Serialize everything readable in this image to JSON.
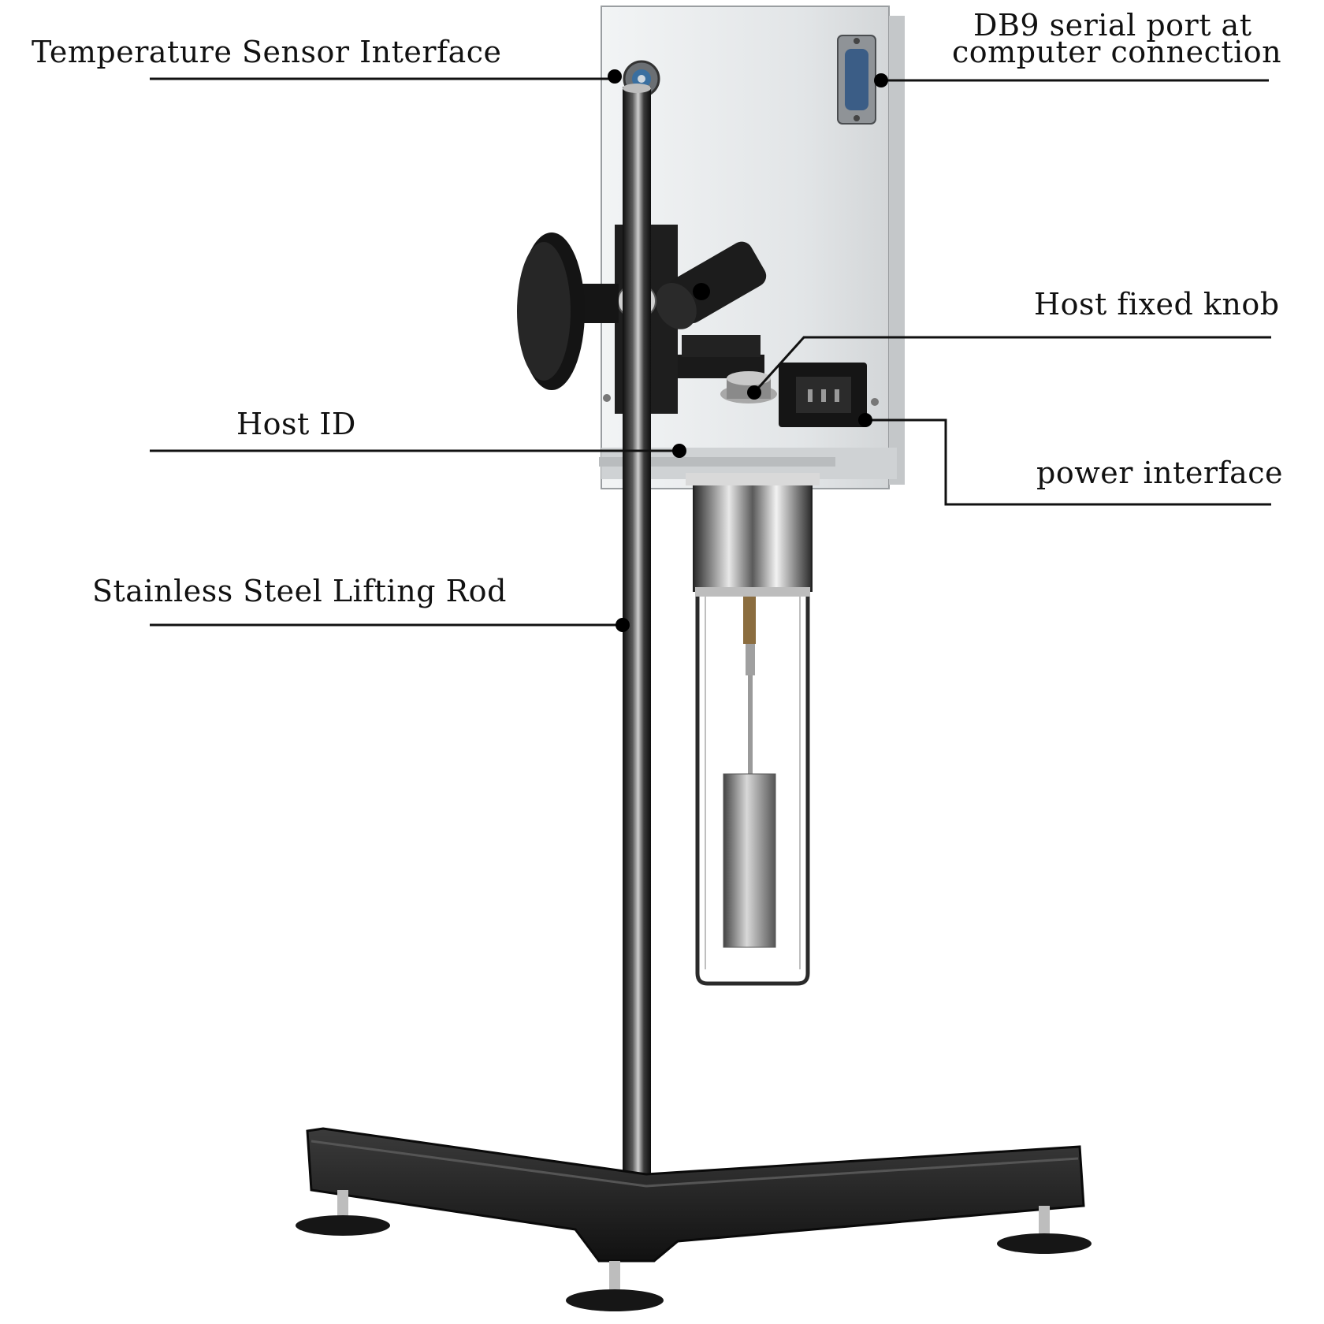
{
  "labels": {
    "temperature_sensor": "Temperature Sensor Interface",
    "db9_line1": "DB9 serial port at",
    "db9_line2": "computer connection",
    "host_fixed_knob": "Host fixed knob",
    "host_id": "Host ID",
    "power_interface": "power interface",
    "lifting_rod": "Stainless Steel Lifting Rod"
  },
  "colors": {
    "background": "#ffffff",
    "leader_line": "#111111",
    "housing": "#e4e7e9",
    "metal_dark": "#1b1b1b"
  }
}
